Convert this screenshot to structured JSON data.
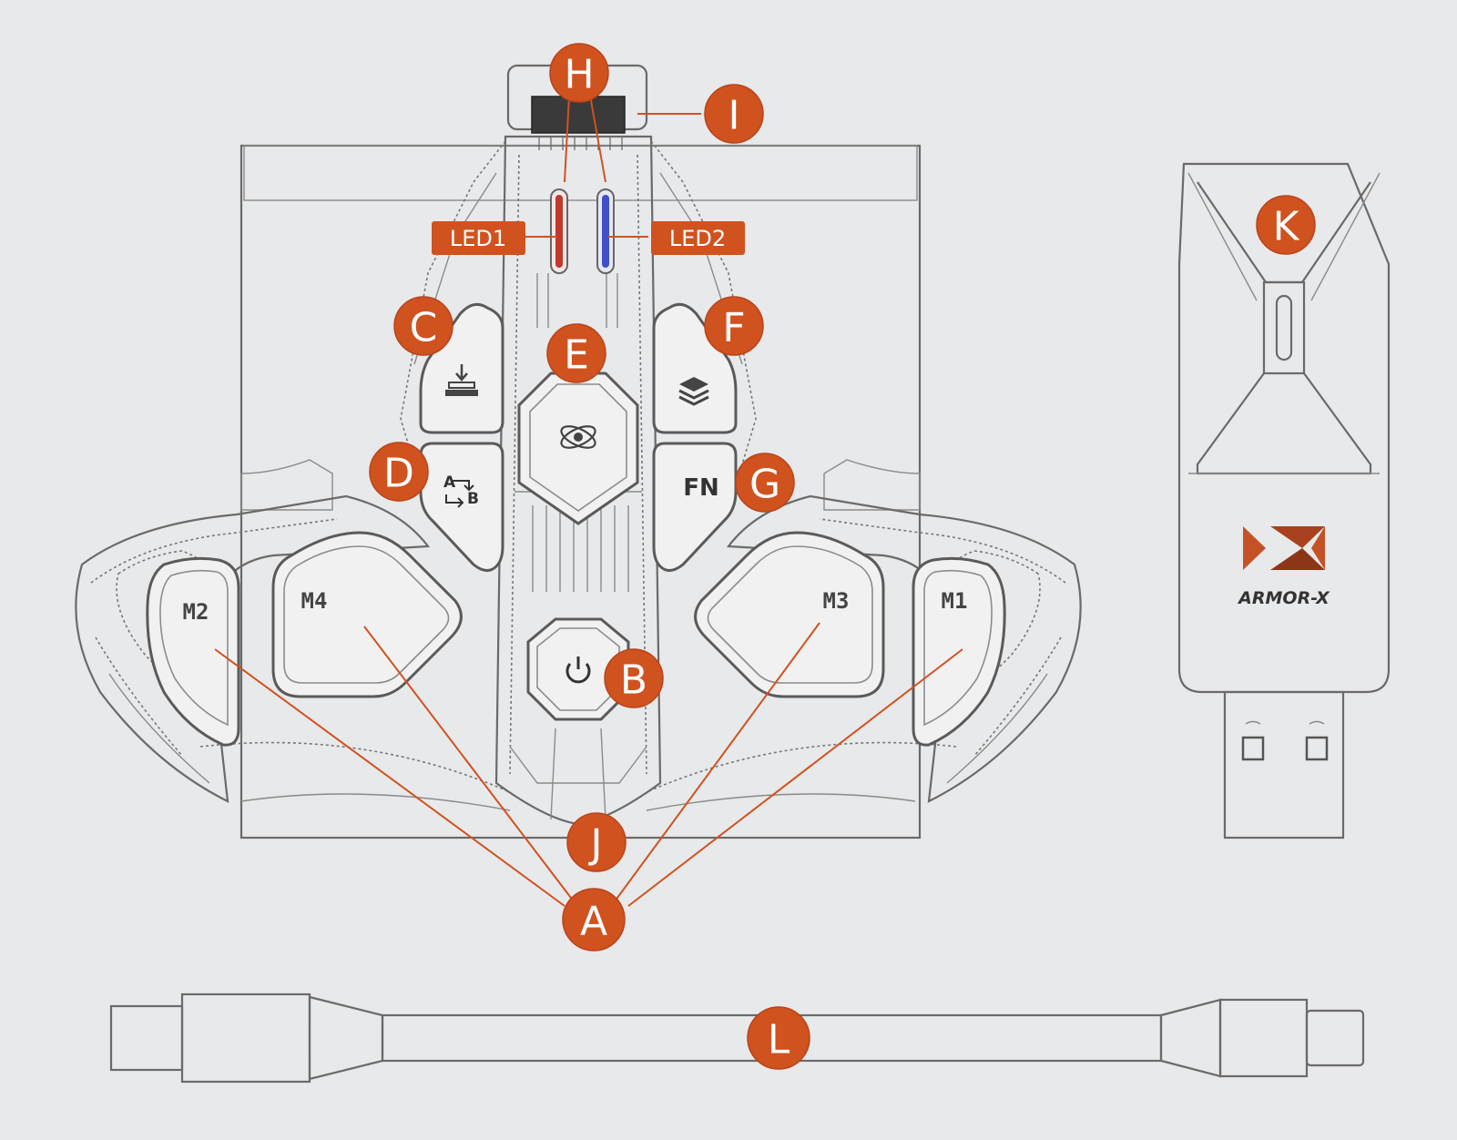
{
  "callouts": {
    "H": "H",
    "I": "I",
    "C": "C",
    "E": "E",
    "F": "F",
    "D": "D",
    "G": "G",
    "B": "B",
    "J": "J",
    "A": "A",
    "K": "K",
    "L": "L"
  },
  "led_tags": {
    "led1": "LED1",
    "led2": "LED2"
  },
  "buttons": {
    "m1": "M1",
    "m2": "M2",
    "m3": "M3",
    "m4": "M4",
    "fn": "FN",
    "swap_a": "A",
    "swap_b": "B"
  },
  "dongle": {
    "brand": "ARMOR-X"
  },
  "colors": {
    "accent": "#d0521f",
    "led1": "#c0392b",
    "led2": "#4050c8",
    "line_art": "#5a5a5a"
  },
  "icons": {
    "c_button": "stack-drop-icon",
    "e_button": "orbit-logo-icon",
    "f_button": "layers-icon",
    "d_button": "swap-arrows-icon",
    "b_button": "power-icon"
  }
}
